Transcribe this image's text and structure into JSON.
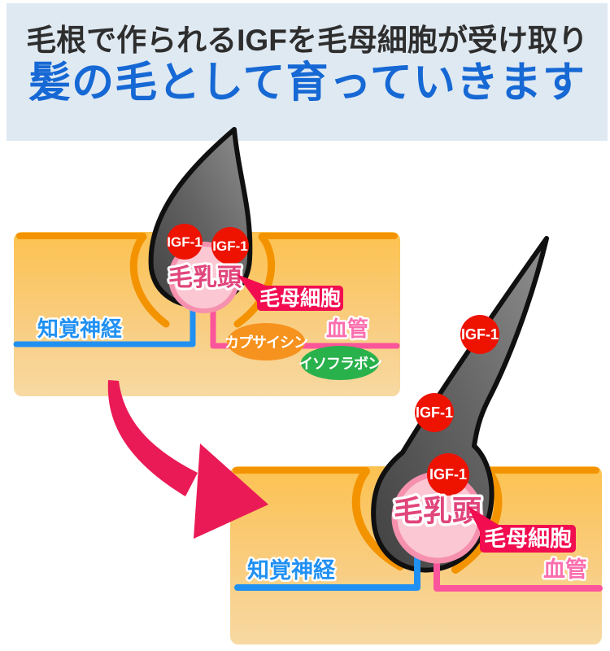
{
  "header": {
    "line1": "毛根で作られるIGFを毛母細胞が受け取り",
    "line2": "髪の毛として育っていきます"
  },
  "labels": {
    "igf": "IGF-1",
    "papilla": "毛乳頭",
    "hair_matrix": "毛母細胞",
    "sensory_nerve": "知覚神経",
    "blood_vessel": "血管",
    "capsaicin": "カプサイシン",
    "isoflavone": "イソフラボン"
  },
  "colors": {
    "header_bg": "#dfe9f2",
    "headline_blue": "#1668d4",
    "headline_dark": "#2e2e2e",
    "skin_top": "#fcc250",
    "skin_bottom": "#f7d9a2",
    "skin_border": "#f49300",
    "hair_gray": "#5a5a5a",
    "igf_red": "#ee1200",
    "crimson_label": "#f20c50",
    "nerve_blue": "#2090f2",
    "vessel_pink": "#fb559b",
    "papilla_text": "#e0457b",
    "bulb_fill": "#fac7d2",
    "bulb_stroke": "#f591ae",
    "capsaicin_orange": "#f6921e",
    "isoflavone_green": "#29b14c",
    "arrow": "#ea1a56"
  }
}
